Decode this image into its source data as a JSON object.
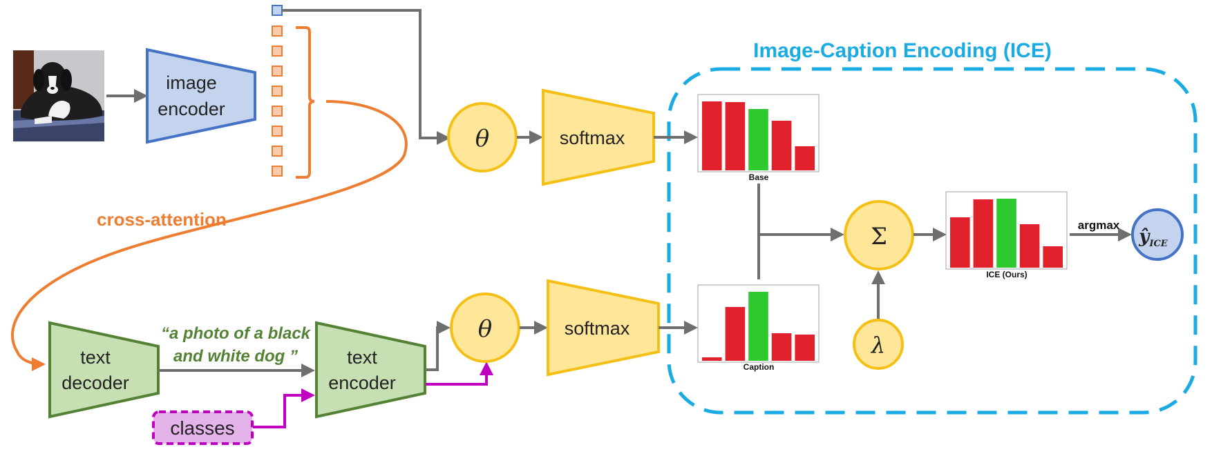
{
  "title": "Image-Caption Encoding (ICE)",
  "image_encoder": {
    "line1": "image",
    "line2": "encoder"
  },
  "cross_attention": "cross-attention",
  "text_decoder": {
    "line1": "text",
    "line2": "decoder"
  },
  "text_encoder": {
    "line1": "text",
    "line2": "encoder"
  },
  "caption": {
    "line1": "“a photo of a black",
    "line2": "and white dog ”"
  },
  "classes": "classes",
  "theta": "θ",
  "softmax": "softmax",
  "sum_symbol": "Σ",
  "lambda_symbol": "λ",
  "argmax": "argmax",
  "output_symbol": "ŷ",
  "output_sub": "ICE",
  "colors": {
    "encoder_blue_fill": "#c5d4ee",
    "encoder_blue_stroke": "#4472c4",
    "green_fill": "#c6e0b4",
    "green_stroke": "#548235",
    "yellow_fill": "#ffe699",
    "yellow_stroke": "#f5c016",
    "orange": "#ed7d31",
    "token_fill": "#f8cbad",
    "magenta": "#c000c0",
    "classes_fill": "#e4b3ea",
    "ice_box": "#1aabe2",
    "arrow": "#6f6f6f",
    "bar_red": "#e0202a",
    "bar_green": "#2ec92e"
  },
  "chart_data": [
    {
      "type": "bar",
      "xlabel": "Base",
      "values": [
        1.0,
        0.99,
        0.89,
        0.72,
        0.35
      ],
      "highlight_index": 2
    },
    {
      "type": "bar",
      "xlabel": "Caption",
      "values": [
        0.05,
        0.78,
        1.0,
        0.4,
        0.38
      ],
      "highlight_index": 2
    },
    {
      "type": "bar",
      "xlabel": "ICE (Ours)",
      "values": [
        0.73,
        0.99,
        1.0,
        0.63,
        0.31
      ],
      "highlight_index": 2
    }
  ]
}
